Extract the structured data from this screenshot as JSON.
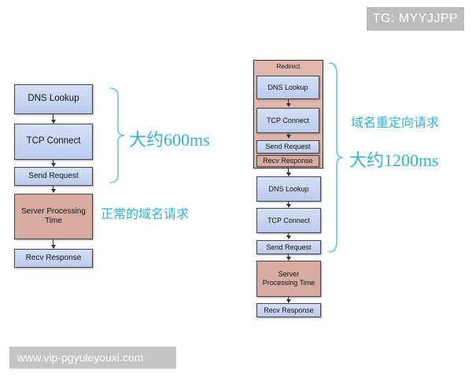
{
  "header": {
    "badge": "TG: MYYJJPP"
  },
  "footer": {
    "url": "www.vip-pgyuleyouxi.com"
  },
  "left": {
    "boxes": [
      "DNS Lookup",
      "TCP Connect",
      "Send Request",
      "Server Processing Time",
      "Recv Response"
    ],
    "duration_label": "大约600ms",
    "caption": "正常的域名请求"
  },
  "right": {
    "redirect_label": "Redirect",
    "redirect_boxes": [
      "DNS Lookup",
      "TCP Connect",
      "Send Request",
      "Recv Response"
    ],
    "boxes": [
      "DNS Lookup",
      "TCP Connect",
      "Send Request",
      "Server Processing Time",
      "Recv Response"
    ],
    "caption": "域名重定向请求",
    "duration_label": "大约1200ms"
  },
  "colors": {
    "accent_text": "#2fb3cf",
    "blue_box": "#c8d6f3",
    "server_box": "#d9aca2",
    "redirect_box": "#e1b7ad"
  }
}
